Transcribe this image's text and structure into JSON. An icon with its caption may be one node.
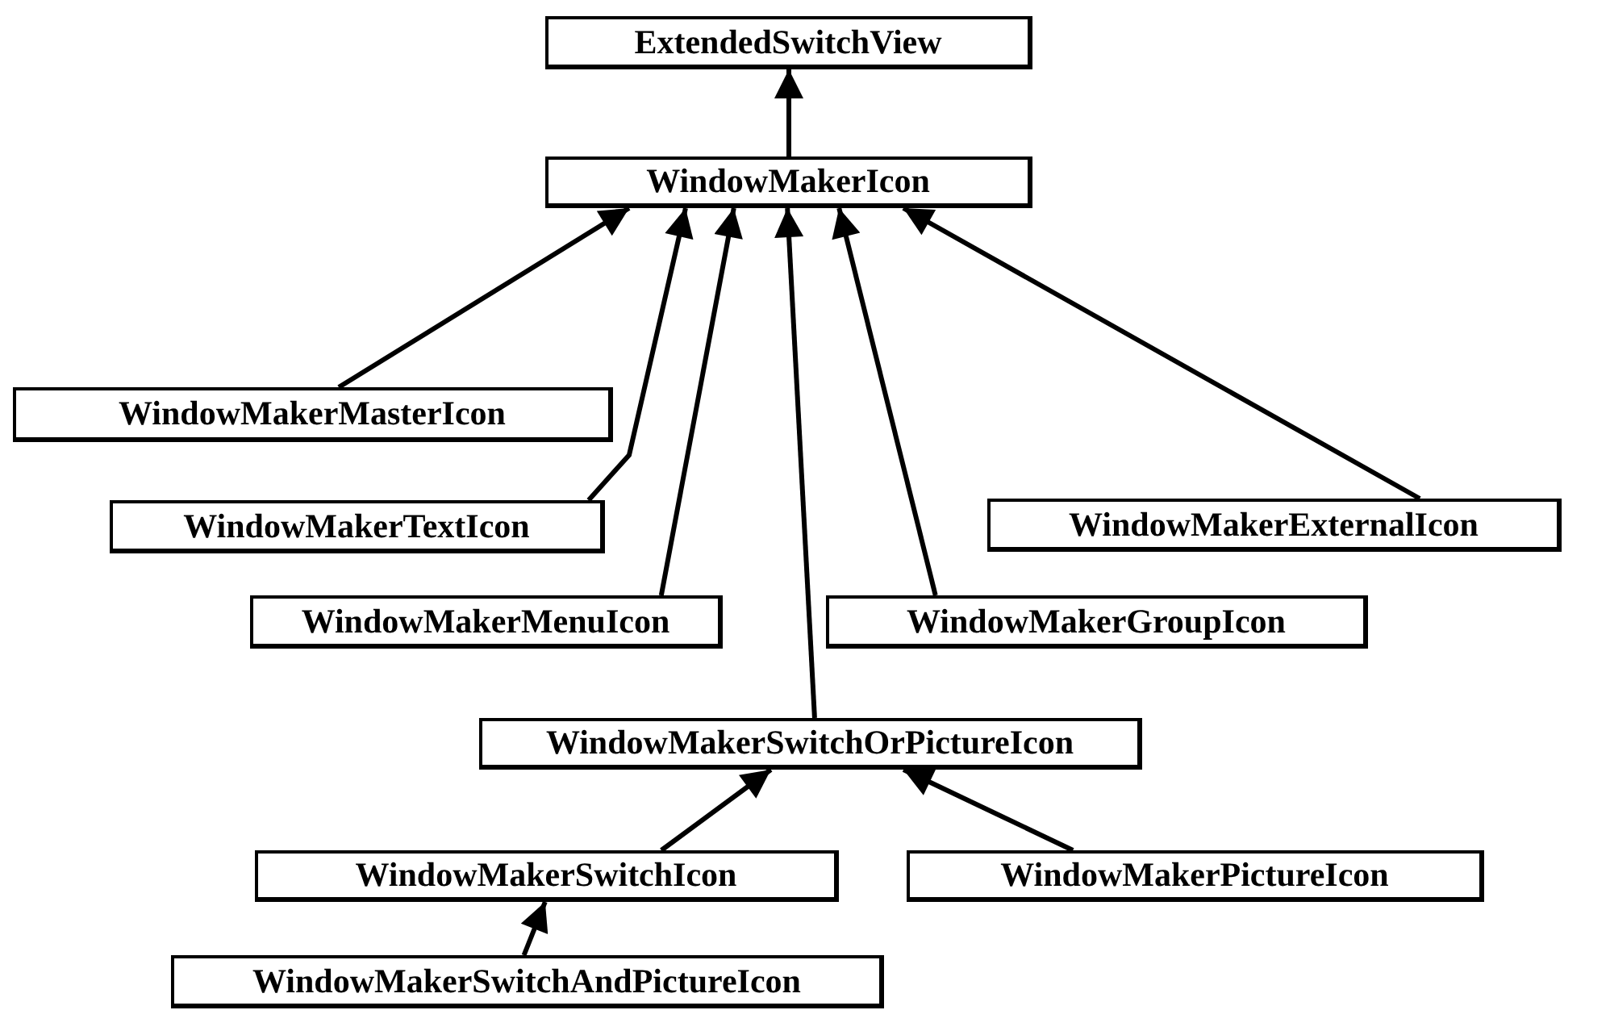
{
  "diagram": {
    "nodes": [
      {
        "text": [
          "ExtendedSwitchView"
        ]
      },
      {
        "text": [
          "WindowMakerIcon"
        ]
      },
      {
        "text": [
          "WindowMakerMasterIcon"
        ]
      },
      {
        "text": [
          "WindowMakerTextIcon"
        ]
      },
      {
        "text": [
          "WindowMakerMenuIcon"
        ]
      },
      {
        "text": [
          "WindowMakerExternalIcon"
        ]
      },
      {
        "text": [
          "WindowMakerGroupIcon"
        ]
      },
      {
        "text": [
          "WindowMakerSwitchOrPictureIcon"
        ]
      },
      {
        "text": [
          "WindowMakerSwitchIcon"
        ]
      },
      {
        "text": [
          "WindowMakerPictureIcon"
        ]
      },
      {
        "text": [
          "WindowMakerSwitchAndPictureIcon"
        ]
      }
    ],
    "edges": [
      {
        "from": 1,
        "to": 0,
        "arrow": "to"
      },
      {
        "from": 2,
        "to": 1,
        "arrow": "to"
      },
      {
        "from": 3,
        "to": 1,
        "arrow": "to"
      },
      {
        "from": 4,
        "to": 1,
        "arrow": "to"
      },
      {
        "from": 7,
        "to": 1,
        "arrow": "to"
      },
      {
        "from": 6,
        "to": 1,
        "arrow": "to"
      },
      {
        "from": 5,
        "to": 1,
        "arrow": "to"
      },
      {
        "from": 8,
        "to": 7,
        "arrow": "to"
      },
      {
        "from": 9,
        "to": 7,
        "arrow": "to"
      },
      {
        "from": 10,
        "to": 8,
        "arrow": "to"
      }
    ]
  }
}
